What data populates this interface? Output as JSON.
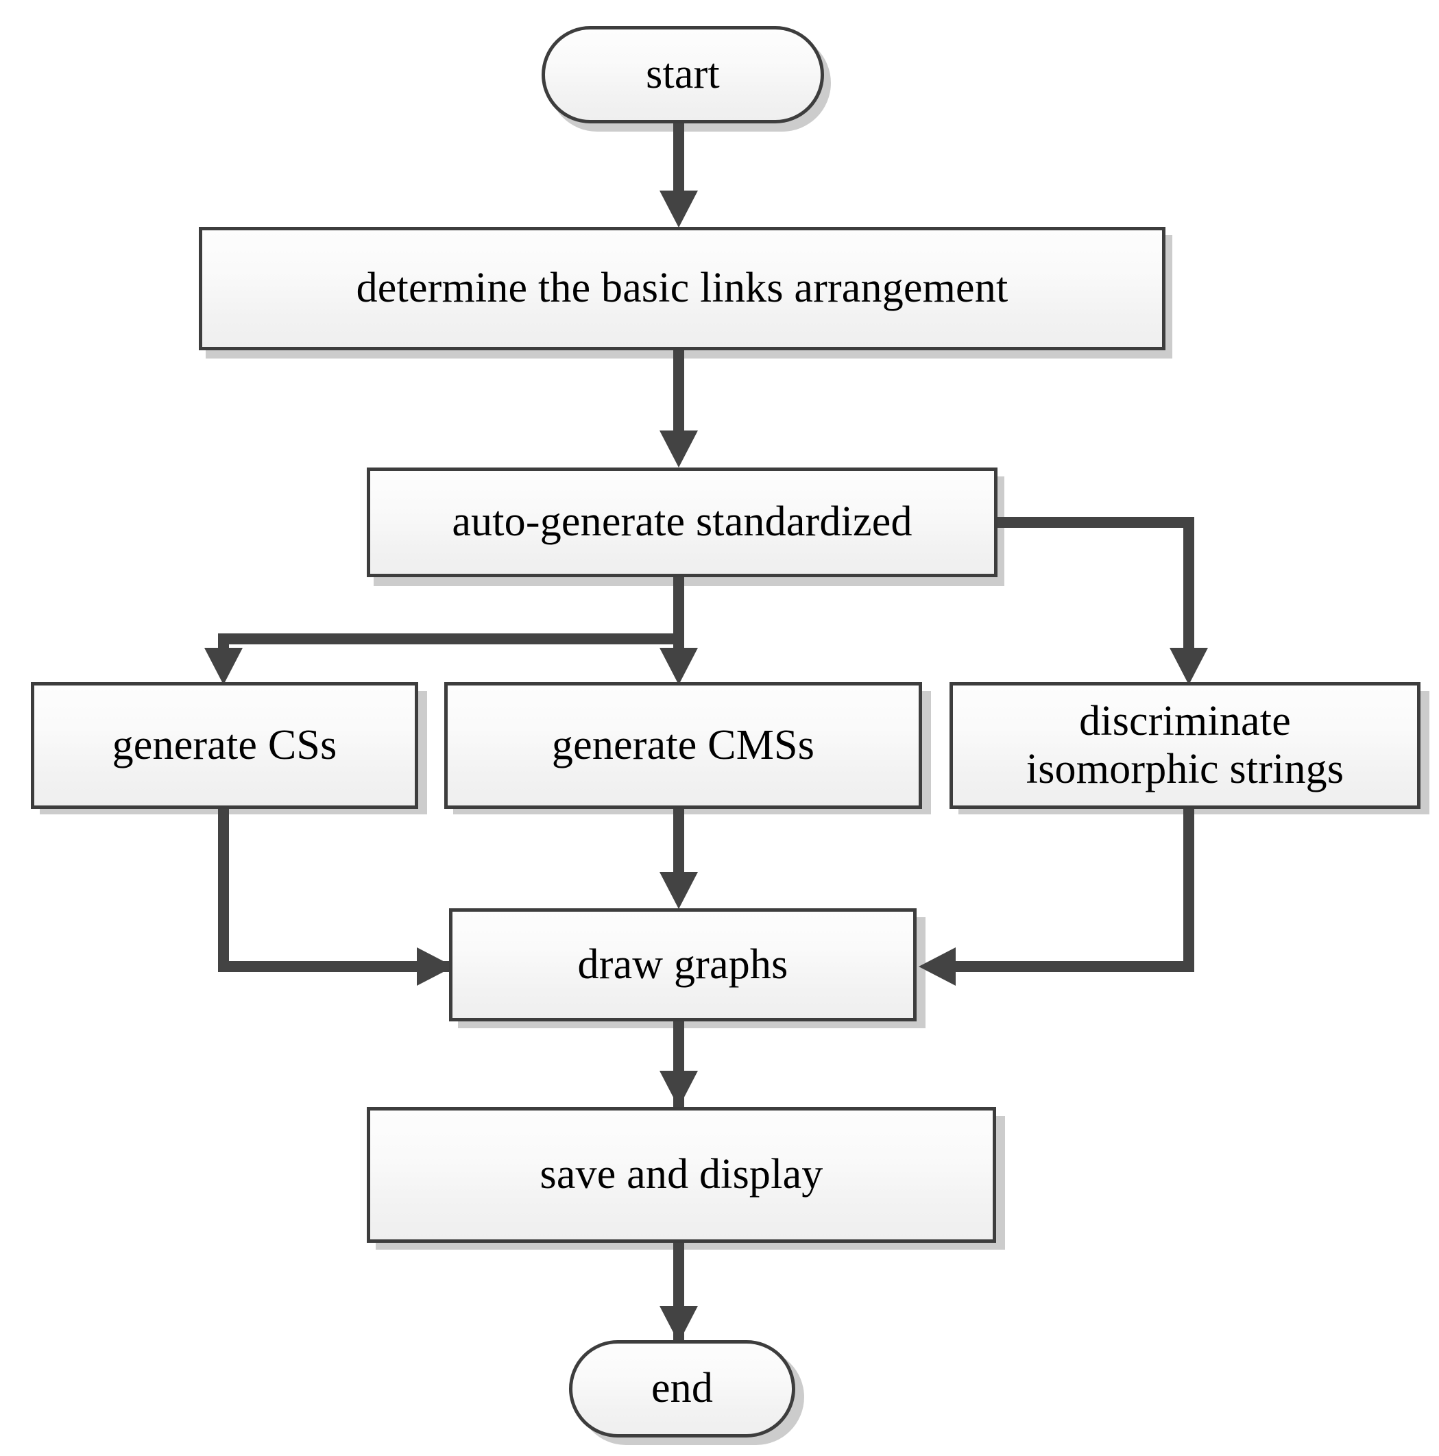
{
  "diagram": {
    "title": "algorithm flowchart",
    "colors": {
      "stroke": "#3d3d3d",
      "connector": "#434343",
      "shadow": "#cccccc",
      "fill_top": "#fdfdfd",
      "fill_bottom": "#efefef",
      "text": "#000000",
      "background": "#ffffff"
    },
    "nodes": [
      {
        "id": "start",
        "label": "start",
        "shape": "terminator"
      },
      {
        "id": "determine",
        "label": "determine the basic links arrangement",
        "shape": "process"
      },
      {
        "id": "autogen",
        "label": "auto-generate standardized",
        "shape": "process"
      },
      {
        "id": "gen_css",
        "label": "generate CSs",
        "shape": "process"
      },
      {
        "id": "gen_cmss",
        "label": "generate CMSs",
        "shape": "process"
      },
      {
        "id": "discriminate",
        "label": "discriminate\nisomorphic strings",
        "shape": "process"
      },
      {
        "id": "draw",
        "label": "draw graphs",
        "shape": "process"
      },
      {
        "id": "save",
        "label": "save and display",
        "shape": "process"
      },
      {
        "id": "end",
        "label": "end",
        "shape": "terminator"
      }
    ],
    "edges": [
      {
        "from": "start",
        "to": "determine",
        "direction": "down"
      },
      {
        "from": "determine",
        "to": "autogen",
        "direction": "down"
      },
      {
        "from": "autogen",
        "to": "gen_css",
        "direction": "down-left"
      },
      {
        "from": "autogen",
        "to": "gen_cmss",
        "direction": "down"
      },
      {
        "from": "autogen",
        "to": "discriminate",
        "direction": "right-down"
      },
      {
        "from": "gen_css",
        "to": "draw",
        "direction": "down-right"
      },
      {
        "from": "gen_cmss",
        "to": "draw",
        "direction": "down"
      },
      {
        "from": "discriminate",
        "to": "draw",
        "direction": "down-left"
      },
      {
        "from": "draw",
        "to": "save",
        "direction": "down"
      },
      {
        "from": "save",
        "to": "end",
        "direction": "down"
      }
    ]
  }
}
